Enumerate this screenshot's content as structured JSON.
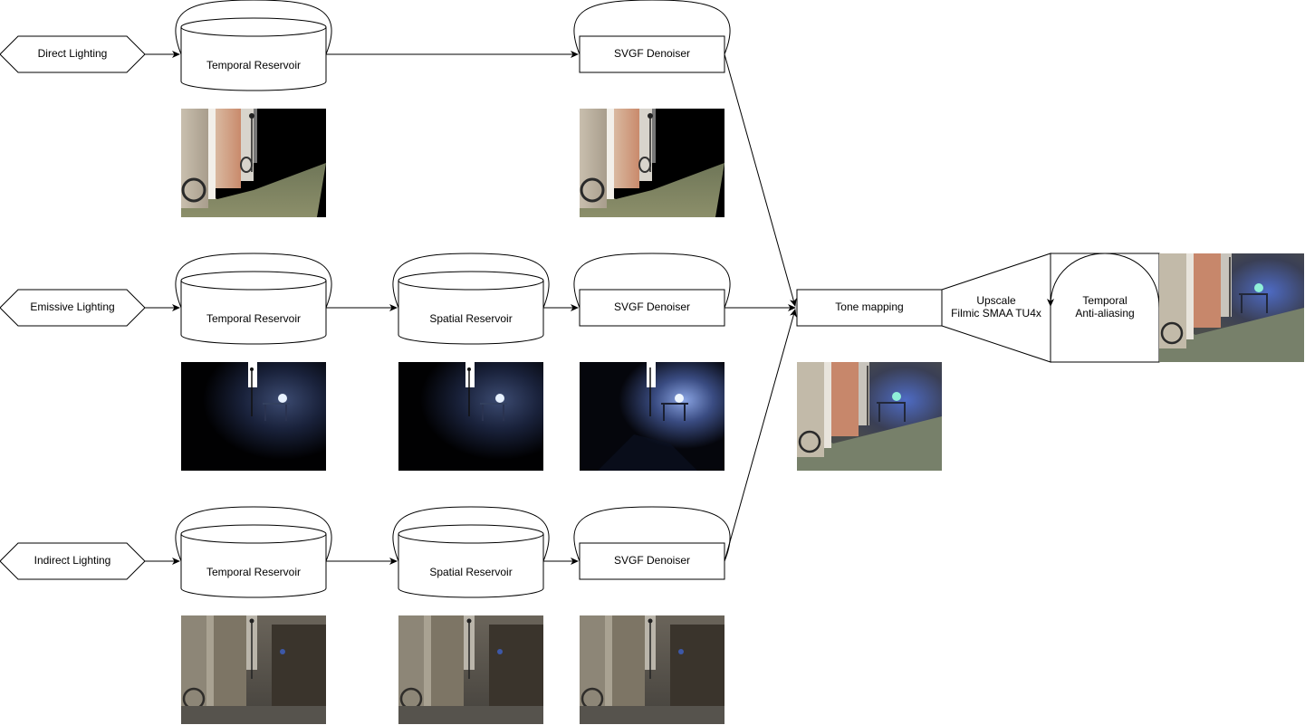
{
  "sources": {
    "direct": "Direct Lighting",
    "emissive": "Emissive Lighting",
    "indirect": "Indirect Lighting"
  },
  "nodes": {
    "temporal_reservoir": "Temporal Reservoir",
    "spatial_reservoir": "Spatial Reservoir",
    "svgf_denoiser": "SVGF Denoiser",
    "tone_mapping": "Tone mapping",
    "upscale_line1": "Upscale",
    "upscale_line2": "Filmic SMAA TU4x",
    "taa_line1": "Temporal",
    "taa_line2": "Anti-aliasing"
  },
  "colors": {
    "stroke": "#000000",
    "fill": "#ffffff"
  }
}
